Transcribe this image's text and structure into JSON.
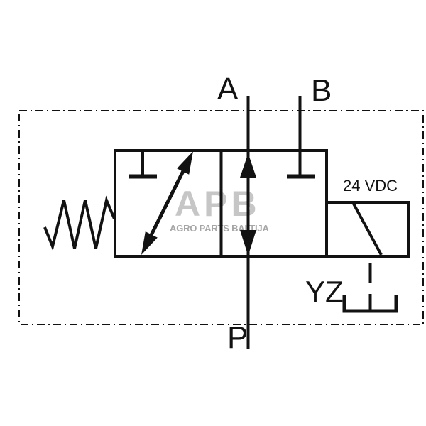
{
  "schematic": {
    "labels": {
      "port_a": "A",
      "port_b": "B",
      "port_p": "P",
      "connector": "YZ",
      "solenoid_voltage": "24 VDC"
    },
    "watermark": {
      "logo": "APB",
      "subtitle": "AGRO PARTS BALTIJA"
    },
    "colors": {
      "line": "#121212",
      "watermark_logo": "#c6c6c6",
      "watermark_subtitle": "#a6a6a6",
      "background": "#ffffff"
    }
  }
}
